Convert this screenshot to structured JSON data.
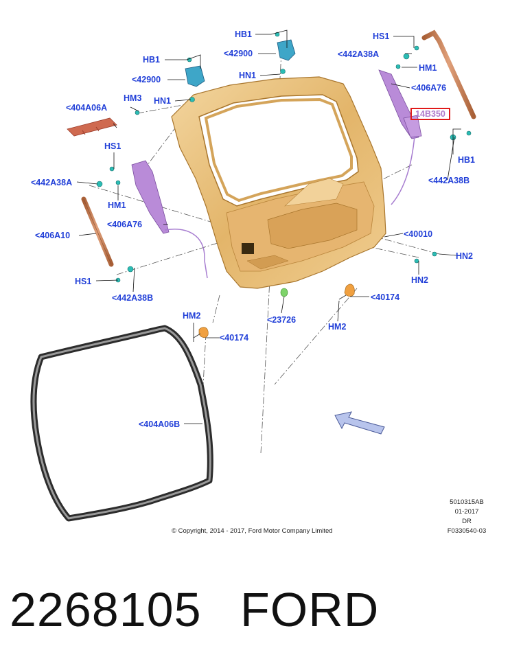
{
  "colors": {
    "label": "#2240d8",
    "highlight_border": "#e01a1a",
    "highlight_text": "#b07acc",
    "panel": "#e9c488",
    "panel_dark": "#c9963c",
    "strut": "#c8845a",
    "purple": "#a77dd0",
    "teal": "#2bbdb5",
    "seal": "#3a3a3a"
  },
  "labels": {
    "hb1_top": "HB1",
    "n42900_top": "<42900",
    "hs1_top_right": "HS1",
    "n442a38a_top_right": "<442A38A",
    "hb1_left": "HB1",
    "hm1_right": "HM1",
    "n42900_left": "<42900",
    "hn1_top": "HN1",
    "n406a76_right": "<406A76",
    "n404a06a": "<404A06A",
    "hm3": "HM3",
    "hn1_left": "HN1",
    "n14b350": "14B350",
    "hb1_right": "HB1",
    "hs1_left": "HS1",
    "n442a38b_right": "<442A38B",
    "n442a38a_left": "<442A38A",
    "hm1_left": "HM1",
    "n406a10": "<406A10",
    "n406a76_left": "<406A76",
    "n40010": "<40010",
    "hn2_right": "HN2",
    "hn2_lower": "HN2",
    "hs1_bottom": "HS1",
    "n442a38b_left": "<442A38B",
    "n40174_right": "<40174",
    "hm2_left": "HM2",
    "n23726": "<23726",
    "hm2_right": "HM2",
    "n40174_left": "<40174",
    "n404a06b": "<404A06B"
  },
  "meta": {
    "code1": "5010315AB",
    "code2": "01-2017",
    "code3": "DR",
    "code4": "F0330540-03",
    "copyright": "© Copyright, 2014 - 2017, Ford Motor Company Limited"
  },
  "footer": {
    "part_number": "2268105",
    "brand": "FORD"
  }
}
